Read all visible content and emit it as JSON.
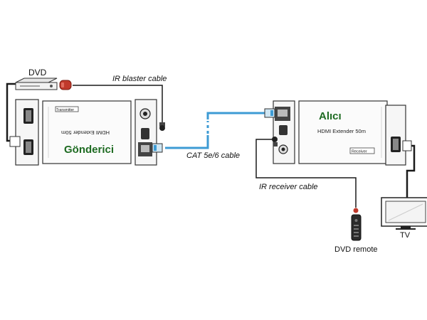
{
  "labels": {
    "dvd": "DVD",
    "ir_blaster_cable": "IR blaster cable",
    "cat_cable": "CAT 5e/6 cable",
    "ir_receiver_cable": "IR receiver cable",
    "dvd_remote": "DVD remote",
    "tv": "TV"
  },
  "transmitter": {
    "name": "Gönderici",
    "model": "HDMI Extender 50m",
    "badge": "Transmitter"
  },
  "receiver": {
    "name": "Alıcı",
    "model": "HDMI Extender 50m",
    "badge": "Receiver"
  },
  "colors": {
    "device_line": "#333333",
    "cable": "#1a1a1a",
    "cat_cable": "#3d9bd4",
    "ir_tip": "#c0392b",
    "green_text": "#1e6b22"
  }
}
